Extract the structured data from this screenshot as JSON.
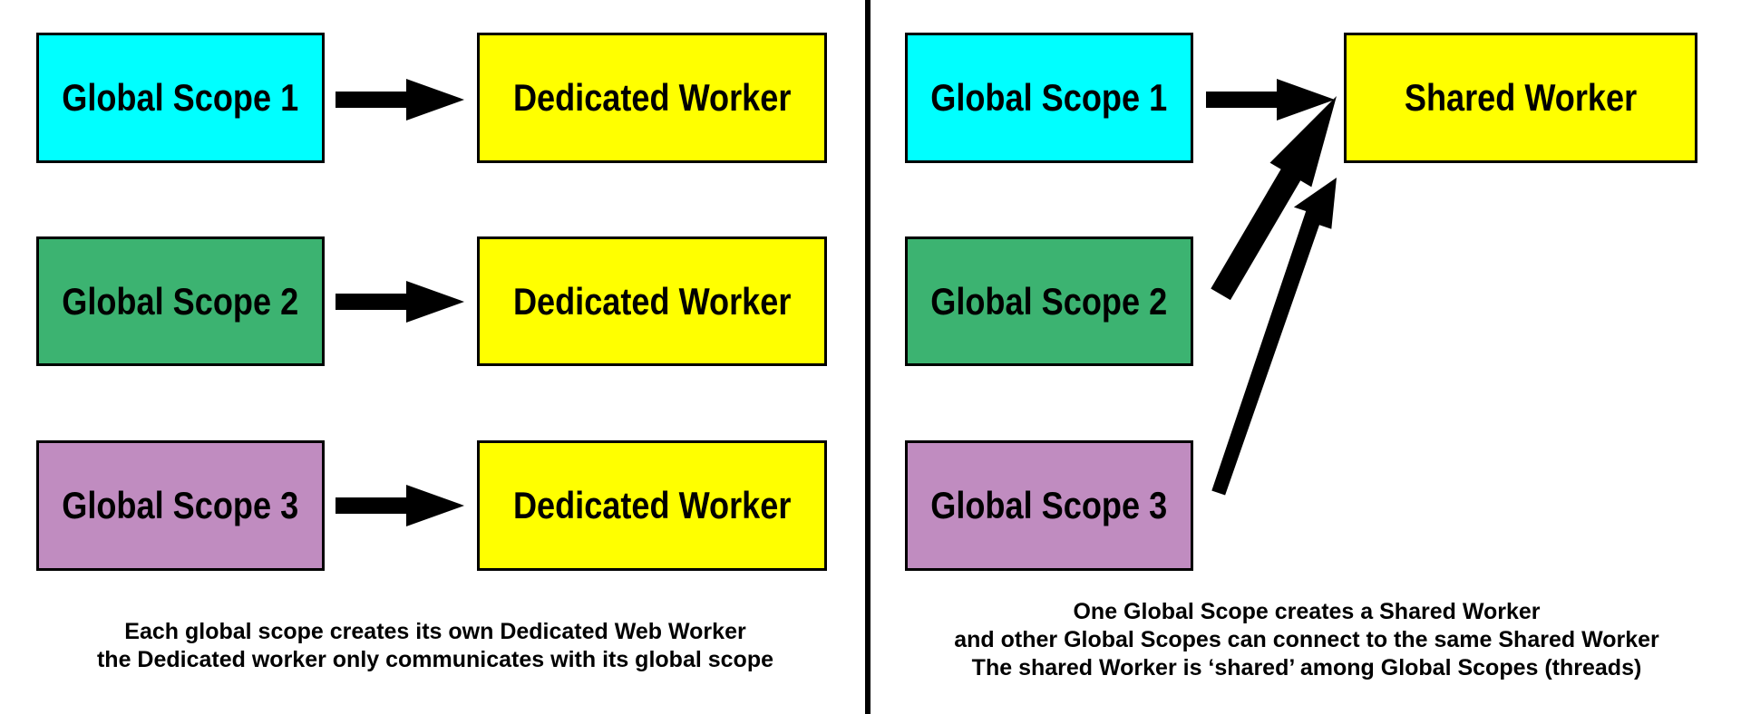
{
  "left_panel": {
    "scopes": [
      "Global Scope 1",
      "Global Scope 2",
      "Global Scope 3"
    ],
    "workers": [
      "Dedicated Worker",
      "Dedicated Worker",
      "Dedicated Worker"
    ],
    "caption": [
      "Each global scope creates its own Dedicated Web Worker",
      "the Dedicated worker only communicates with its global scope"
    ]
  },
  "right_panel": {
    "scopes": [
      "Global Scope 1",
      "Global Scope 2",
      "Global Scope 3"
    ],
    "worker": "Shared Worker",
    "caption": [
      "One Global Scope creates a Shared Worker",
      "and other Global Scopes can connect to the same Shared Worker",
      "The shared Worker is ‘shared’ among Global Scopes (threads)"
    ]
  },
  "colors": {
    "scope_1": "#00ffff",
    "scope_2": "#3cb371",
    "scope_3": "#c08cc0",
    "worker": "#ffff00",
    "outline": "#000000"
  }
}
